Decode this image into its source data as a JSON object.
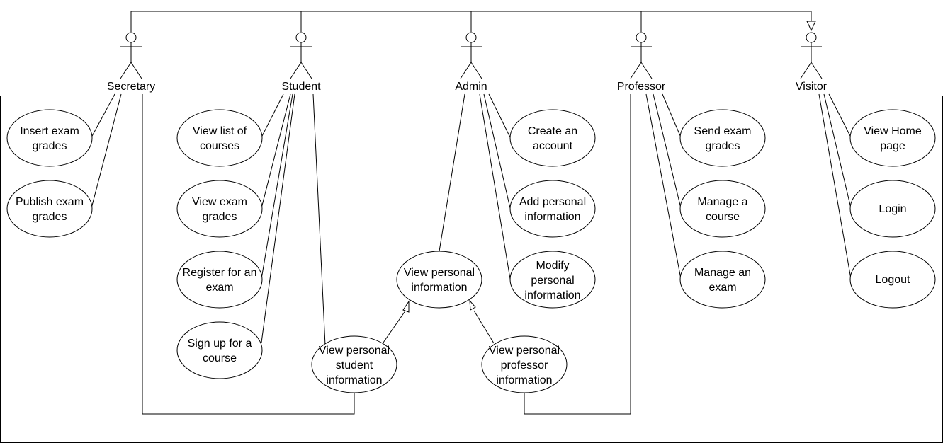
{
  "actors": {
    "secretary": "Secretary",
    "student": "Student",
    "admin": "Admin",
    "professor": "Professor",
    "visitor": "Visitor"
  },
  "use_cases": {
    "insert_exam_grades": [
      "Insert exam",
      "grades"
    ],
    "publish_exam_grades": [
      "Publish exam",
      "grades"
    ],
    "view_list_of_courses": [
      "View list of",
      "courses"
    ],
    "view_exam_grades": [
      "View exam",
      "grades"
    ],
    "register_for_an_exam": [
      "Register for an",
      "exam"
    ],
    "sign_up_for_a_course": [
      "Sign up for a",
      "course"
    ],
    "view_personal_information": [
      "View personal",
      "information"
    ],
    "view_personal_student_information": [
      "View personal",
      "student",
      "information"
    ],
    "view_personal_professor_information": [
      "View personal",
      "professor",
      "information"
    ],
    "create_an_account": [
      "Create an",
      "account"
    ],
    "add_personal_information": [
      "Add personal",
      "information"
    ],
    "modify_personal_information": [
      "Modify",
      "personal",
      "information"
    ],
    "send_exam_grades": [
      "Send exam",
      "grades"
    ],
    "manage_a_course": [
      "Manage a",
      "course"
    ],
    "manage_an_exam": [
      "Manage an",
      "exam"
    ],
    "view_home_page": [
      "View Home",
      "page"
    ],
    "login": [
      "Login"
    ],
    "logout": [
      "Logout"
    ]
  },
  "colors": {
    "stroke": "#000000",
    "fill": "#ffffff"
  }
}
